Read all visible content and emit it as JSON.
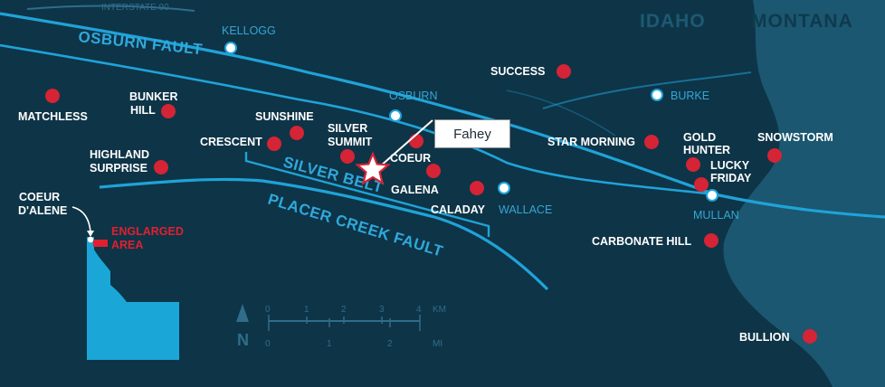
{
  "states": {
    "idaho": "IDAHO",
    "montana": "MONTANA"
  },
  "highway": "INTERSTATE 90",
  "faults": {
    "osburn": "OSBURN FAULT",
    "silver_belt": "SILVER BELT",
    "placer_creek": "PLACER CREEK FAULT"
  },
  "towns": {
    "kellogg": "KELLOGG",
    "osburn": "OSBURN",
    "wallace": "WALLACE",
    "burke": "BURKE",
    "mullan": "MULLAN"
  },
  "mines": {
    "matchless": "MATCHLESS",
    "bunker_hill": [
      "BUNKER",
      "HILL"
    ],
    "highland_surprise": [
      "HIGHLAND",
      "SURPRISE"
    ],
    "crescent": "CRESCENT",
    "sunshine": "SUNSHINE",
    "silver_summit": [
      "SILVER",
      "SUMMIT"
    ],
    "coeur": "COEUR",
    "galena": "GALENA",
    "caladay": "CALADAY",
    "success": "SUCCESS",
    "star_morning": "STAR MORNING",
    "gold_hunter": [
      "GOLD",
      "HUNTER"
    ],
    "lucky_friday": [
      "LUCKY",
      "FRIDAY"
    ],
    "snowstorm": "SNOWSTORM",
    "carbonate_hill": "CARBONATE HILL",
    "bullion": "BULLION"
  },
  "inset": {
    "coeur_dalene": [
      "COEUR",
      "D'ALENE"
    ],
    "enlarged_area": [
      "ENGLARGED",
      "AREA"
    ]
  },
  "scale": {
    "north": "N",
    "km_ticks": [
      "0",
      "1",
      "2",
      "3",
      "4"
    ],
    "km_unit": "KM",
    "mi_ticks": [
      "0",
      "1",
      "2"
    ],
    "mi_unit": "MI"
  },
  "callout": "Fahey",
  "colors": {
    "background": "#0e3447",
    "montana": "#1b5770",
    "water_lines": "#1fa3d8",
    "mine_marker": "#d42435",
    "town_marker": "#ffffff",
    "label": "#ffffff",
    "town_label": "#35a6d6",
    "idaho_inset": "#1ba6d8",
    "inset_label": "#e0202f"
  }
}
